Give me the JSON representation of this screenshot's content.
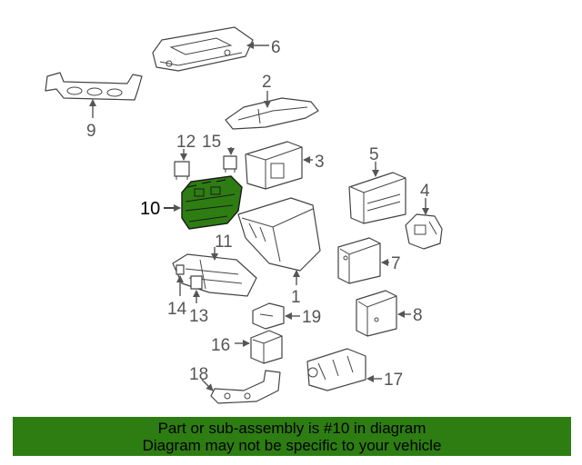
{
  "callouts": {
    "c1": "1",
    "c2": "2",
    "c3": "3",
    "c4": "4",
    "c5": "5",
    "c6": "6",
    "c7": "7",
    "c8": "8",
    "c9": "9",
    "c10": "10",
    "c11": "11",
    "c12": "12",
    "c13": "13",
    "c14": "14",
    "c15": "15",
    "c16": "16",
    "c17": "17",
    "c18": "18",
    "c19": "19"
  },
  "highlighted_part": "10",
  "colors": {
    "highlight": "#2e7d13",
    "banner_bg": "#2e7d13",
    "line_art": "#444444",
    "callout_text": "#555555"
  },
  "banner": {
    "line1": "Part or sub-assembly is #10 in diagram",
    "line2": "Diagram may not be specific to your vehicle"
  }
}
